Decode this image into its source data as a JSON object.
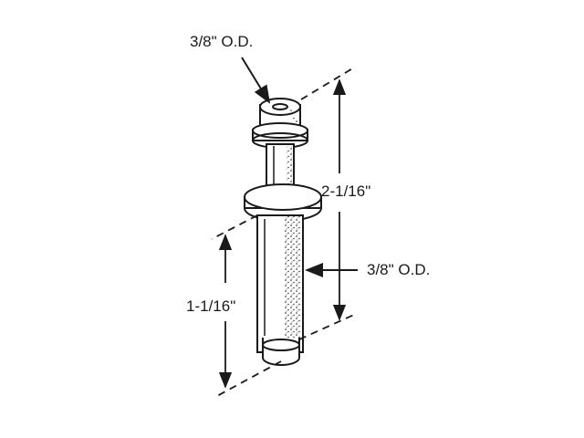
{
  "diagram": {
    "type": "technical-drawing",
    "subject": "pin / roller axle with collar",
    "labels": {
      "top_od": "3/8\" O.D.",
      "overall_length": "2-1/16\"",
      "body_od": "3/8\" O.D.",
      "lower_length": "1-1/16\""
    },
    "colors": {
      "line": "#1a1a1a",
      "background": "#ffffff"
    }
  }
}
